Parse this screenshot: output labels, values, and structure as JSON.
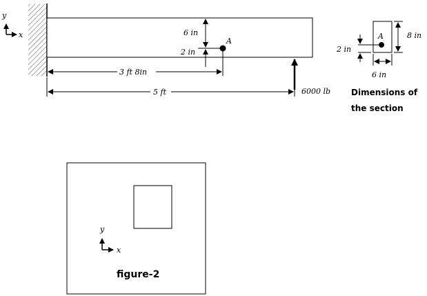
{
  "beam": {
    "axis_x": "x",
    "axis_y": "y",
    "dim_6in": "6 in",
    "dim_2in": "2 in",
    "point_label": "A",
    "dim_3ft8in": "3 ft  8in",
    "dim_5ft": "5 ft",
    "load": "6000 lb"
  },
  "section": {
    "dim_2in": "2 in",
    "point_label": "A",
    "dim_8in": "8 in",
    "dim_6in": "6 in",
    "caption_line1": "Dimensions of",
    "caption_line2": "the section"
  },
  "figure2": {
    "axis_x": "x",
    "axis_y": "y",
    "caption": "figure-2"
  }
}
